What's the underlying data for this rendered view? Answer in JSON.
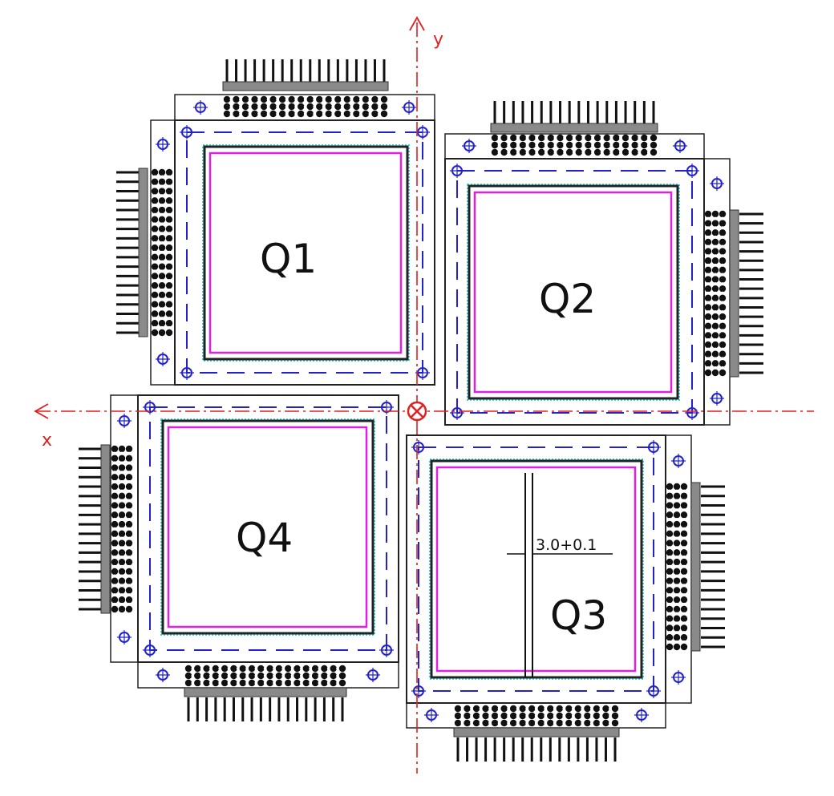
{
  "axes": {
    "x_label": "x",
    "y_label": "y"
  },
  "modules": [
    {
      "label": "Q1"
    },
    {
      "label": "Q2"
    },
    {
      "label": "Q3"
    },
    {
      "label": "Q4"
    }
  ],
  "dimension": {
    "text": "3.0+0.1"
  },
  "colors": {
    "axis": "#e02020",
    "dashed": "#2222cc",
    "outline": "#222222",
    "inner": "#e020e0",
    "connector": "#8a8a8a",
    "cyan": "#33dddd"
  }
}
